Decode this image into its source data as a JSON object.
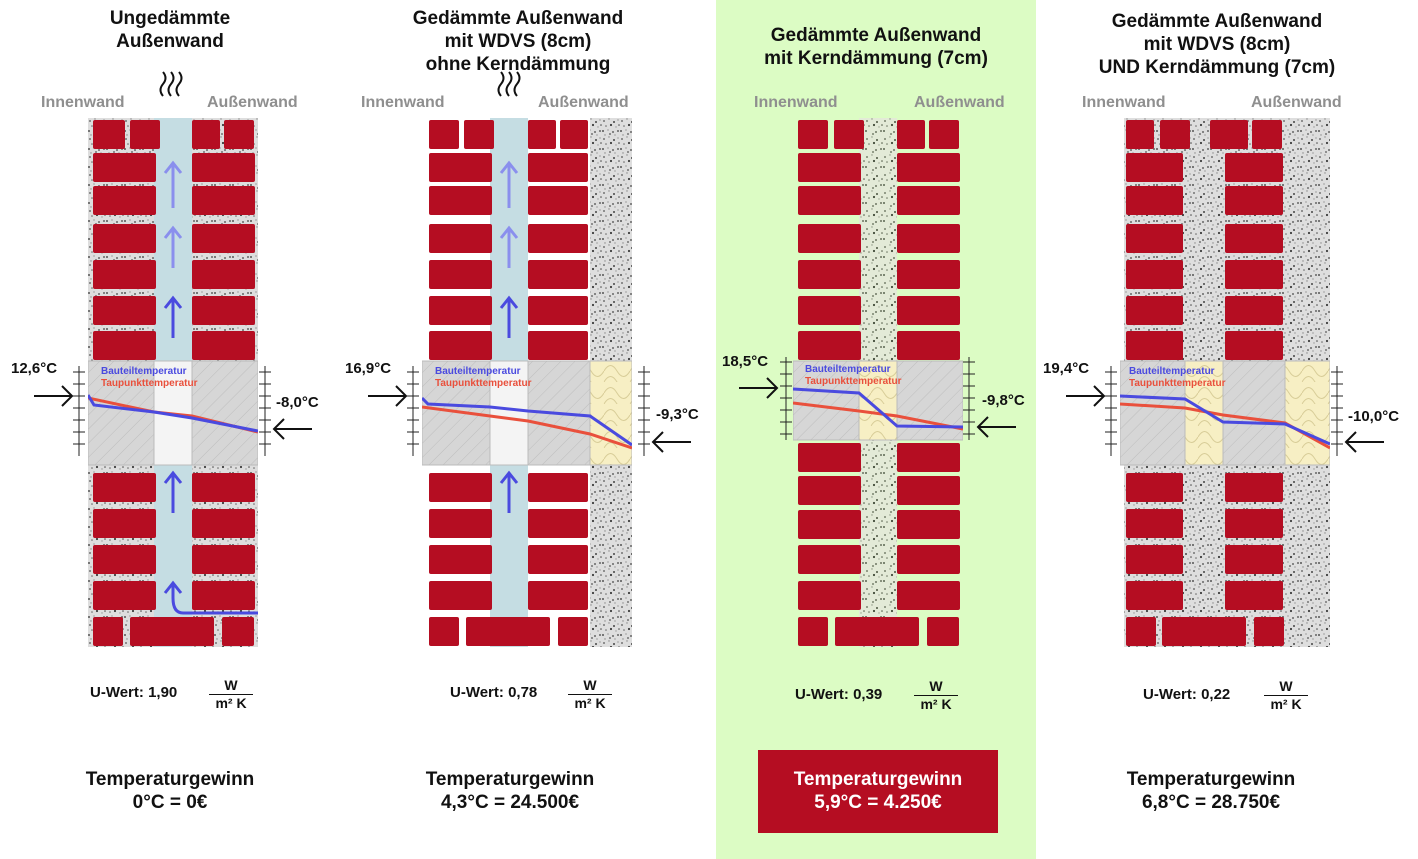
{
  "labels": {
    "inner": "Innenwand",
    "outer": "Außenwand",
    "legend_component": "Bauteiltemperatur",
    "legend_dewpoint": "Taupunkttemperatur",
    "u_prefix": "U-Wert:",
    "unit_num": "W",
    "unit_den": "m² K"
  },
  "panels": [
    {
      "title": [
        "Ungedämmte",
        "Außenwand"
      ],
      "temp_inside": "12,6°C",
      "temp_outside": "-8,0°C",
      "u_value": "1,90",
      "gain_title": "Temperaturgewinn",
      "gain_value": "0°C = 0€",
      "highlighted": false
    },
    {
      "title": [
        "Gedämmte Außenwand",
        "mit WDVS (8cm)",
        "ohne Kerndämmung"
      ],
      "temp_inside": "16,9°C",
      "temp_outside": "-9,3°C",
      "u_value": "0,78",
      "gain_title": "Temperaturgewinn",
      "gain_value": "4,3°C = 24.500€",
      "highlighted": false
    },
    {
      "title": [
        "Gedämmte Außenwand",
        "mit Kerndämmung (7cm)"
      ],
      "temp_inside": "18,5°C",
      "temp_outside": "-9,8°C",
      "u_value": "0,39",
      "gain_title": "Temperaturgewinn",
      "gain_value": "5,9°C = 4.250€",
      "highlighted": true
    },
    {
      "title": [
        "Gedämmte Außenwand",
        "mit WDVS (8cm)",
        "UND Kerndämmung (7cm)"
      ],
      "temp_inside": "19,4°C",
      "temp_outside": "-10,0°C",
      "u_value": "0,22",
      "gain_title": "Temperaturgewinn",
      "gain_value": "6,8°C = 28.750€",
      "highlighted": false
    }
  ],
  "colors": {
    "brick": "#b50d22",
    "cavity_air": "#c5dde3",
    "highlight_bg": "#dcfcc4",
    "component_line": "#4a4adf",
    "dewpoint_line": "#e9503c",
    "insulation_wool": "#f6eec0"
  }
}
